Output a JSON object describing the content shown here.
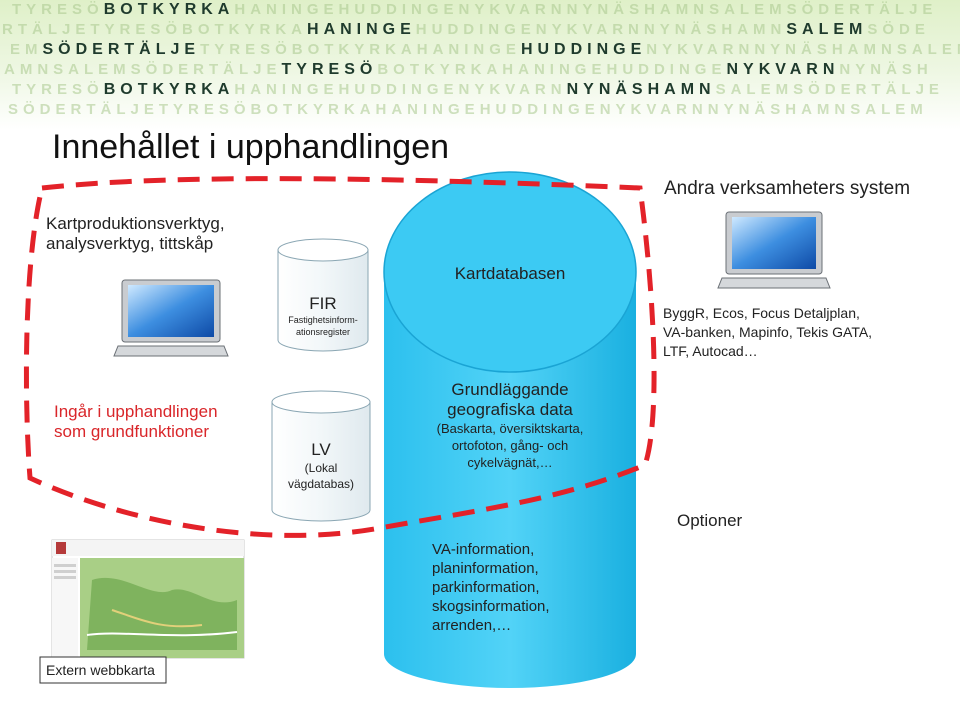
{
  "banner": {
    "rows": [
      {
        "parts": [
          [
            "w",
            "TYRESÖ"
          ],
          [
            "s",
            "BOTKYRKA"
          ],
          [
            "w",
            "HANINGEHUDDINGENYKVARNNYNÄSHAMNSALEMSÖDERTÄLJE"
          ]
        ]
      },
      {
        "parts": [
          [
            "w",
            "RTÄLJETYRESÖBOTKYRKA"
          ],
          [
            "s",
            "HANINGE"
          ],
          [
            "w",
            "HUDDINGENYKVARNNYNÄSHAMN"
          ],
          [
            "s",
            "SALEM"
          ],
          [
            "w",
            "SÖDE"
          ]
        ]
      },
      {
        "parts": [
          [
            "w",
            "EM"
          ],
          [
            "s",
            "SÖDERTÄLJE"
          ],
          [
            "w",
            "TYRESÖBOTKYRKAHANINGE"
          ],
          [
            "s",
            "HUDDINGE"
          ],
          [
            "w",
            "NYKVARNNYNÄSHAMNSALEM"
          ]
        ]
      },
      {
        "parts": [
          [
            "w",
            "AMNSALEMSÖDERTÄLJE"
          ],
          [
            "s",
            "TYRESÖ"
          ],
          [
            "w",
            "BOTKYRKAHANINGEHUDDINGE"
          ],
          [
            "s",
            "NYKVARN"
          ],
          [
            "w",
            "NYNÄSH"
          ]
        ]
      },
      {
        "parts": [
          [
            "w",
            "TYRESÖ"
          ],
          [
            "s",
            "BOTKYRKA"
          ],
          [
            "w",
            "HANINGEHUDDINGENYKVARN"
          ],
          [
            "s",
            "NYNÄSHAMN"
          ],
          [
            "w",
            "SALEMSÖDERTÄLJE"
          ]
        ]
      },
      {
        "parts": [
          [
            "w",
            "SÖDERTÄLJETYRESÖBOTKYRKAHANINGEHUDDINGENYKVARNNYNÄSHAMNSALEM"
          ]
        ]
      }
    ]
  },
  "title": "Innehållet i upphandlingen",
  "left_label": {
    "line1": "Kartproduktionsverktyg,",
    "line2": "analysverktyg, tittskåp"
  },
  "included_label": {
    "line1": "Ingår i upphandlingen",
    "line2": "som grundfunktioner"
  },
  "fir": {
    "title": "FIR",
    "sub1": "Fastighetsinform-",
    "sub2": "ationsregister"
  },
  "lv": {
    "title": "LV",
    "sub1": "(Lokal",
    "sub2": "vägdatabas)"
  },
  "kartdatabasen": "Kartdatabasen",
  "grund": {
    "line1": "Grundläggande",
    "line2": "geografiska data",
    "line3": "(Baskarta, översiktskarta,",
    "line4": "ortofoton, gång- och",
    "line5": "cykelvägnät,…"
  },
  "va": {
    "line1": "VA-information,",
    "line2": "planinformation,",
    "line3": "parkinformation,",
    "line4": "skogsinformation,",
    "line5": "arrenden,…"
  },
  "other_systems": {
    "title": "Andra verksamheters system",
    "line1": "ByggR, Ecos, Focus Detaljplan,",
    "line2": "VA-banken, Mapinfo, Tekis GATA,",
    "line3": "LTF, Autocad…"
  },
  "optioner": "Optioner",
  "extern": "Extern webbkarta",
  "colors": {
    "cyan": "#33c6f0",
    "cyan_dark": "#16a8d8",
    "red_dash": "#e32229",
    "label_red": "#d9262a"
  }
}
